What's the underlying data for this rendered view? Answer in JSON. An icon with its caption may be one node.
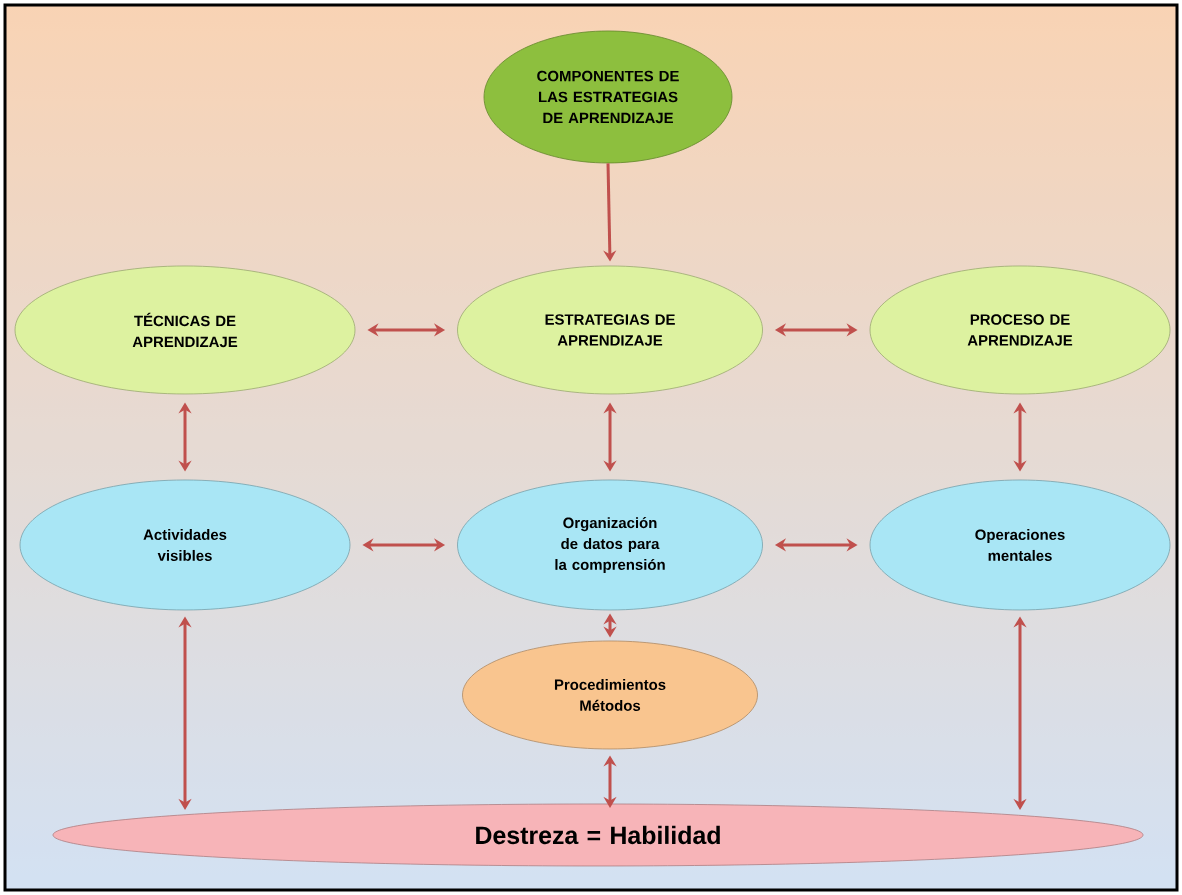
{
  "diagram": {
    "nodes": [
      {
        "text": [
          "COMPONENTES DE LAS ESTRATEGIAS DE APRENDIZAJE"
        ]
      },
      {
        "text": [
          "TÉCNICAS  DE APRENDIZAJE"
        ]
      },
      {
        "text": [
          "ESTRATEGIAS DE APRENDIZAJE"
        ]
      },
      {
        "text": [
          "PROCESO  DE APRENDIZAJE"
        ]
      },
      {
        "text": [
          "Actividades visibles"
        ]
      },
      {
        "text": [
          "Organización de datos para la comprensión"
        ]
      },
      {
        "text": [
          "Operaciones mentales"
        ]
      },
      {
        "text": [
          "Procedimientos Métodos"
        ]
      },
      {
        "text": [
          "Destreza = Habilidad"
        ]
      }
    ],
    "edges": [
      {
        "from": 0,
        "to": 2,
        "arrow": "to"
      },
      {
        "from": 1,
        "to": 2,
        "arrow": "both"
      },
      {
        "from": 2,
        "to": 3,
        "arrow": "both"
      },
      {
        "from": 1,
        "to": 4,
        "arrow": "both"
      },
      {
        "from": 2,
        "to": 5,
        "arrow": "both"
      },
      {
        "from": 3,
        "to": 6,
        "arrow": "both"
      },
      {
        "from": 4,
        "to": 5,
        "arrow": "both"
      },
      {
        "from": 5,
        "to": 6,
        "arrow": "both"
      },
      {
        "from": 5,
        "to": 7,
        "arrow": "both"
      },
      {
        "from": 4,
        "to": 8,
        "arrow": "both"
      },
      {
        "from": 7,
        "to": 8,
        "arrow": "both"
      },
      {
        "from": 6,
        "to": 8,
        "arrow": "both"
      }
    ]
  }
}
